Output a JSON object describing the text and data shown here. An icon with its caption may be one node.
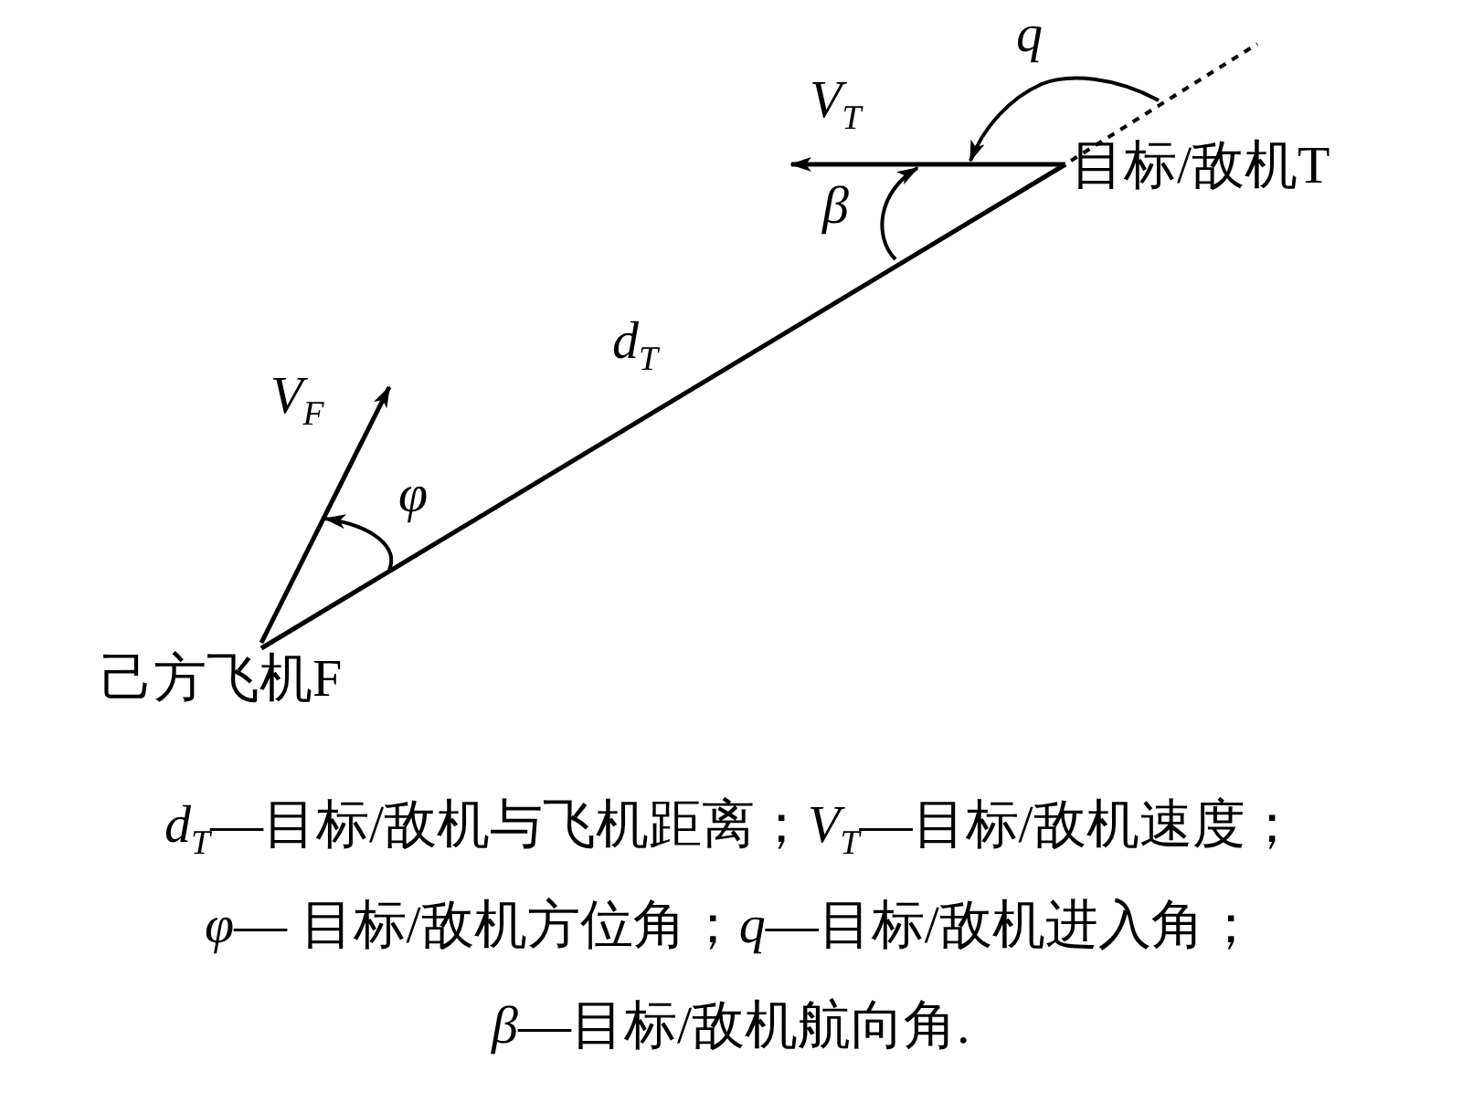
{
  "diagram": {
    "nodes": [
      {
        "text": [
          "己方飞机F"
        ]
      },
      {
        "text": [
          "目标/敌机T"
        ]
      }
    ],
    "edges": [
      {
        "from": 0,
        "to": 1,
        "arrow": "none",
        "label": "*d*$_{T}$"
      }
    ],
    "labels": [
      "*V*$_{T}$",
      "q",
      "β",
      "*V*$_{F}$",
      "φ",
      "*d*$_{T}$—目标/敌机与飞机距离；*V*$_{T}$—目标/敌机速度；",
      "*φ*— 目标/敌机方位角；*q*—目标/敌机进入角；",
      "*β*—目标/敌机航向角."
    ]
  }
}
